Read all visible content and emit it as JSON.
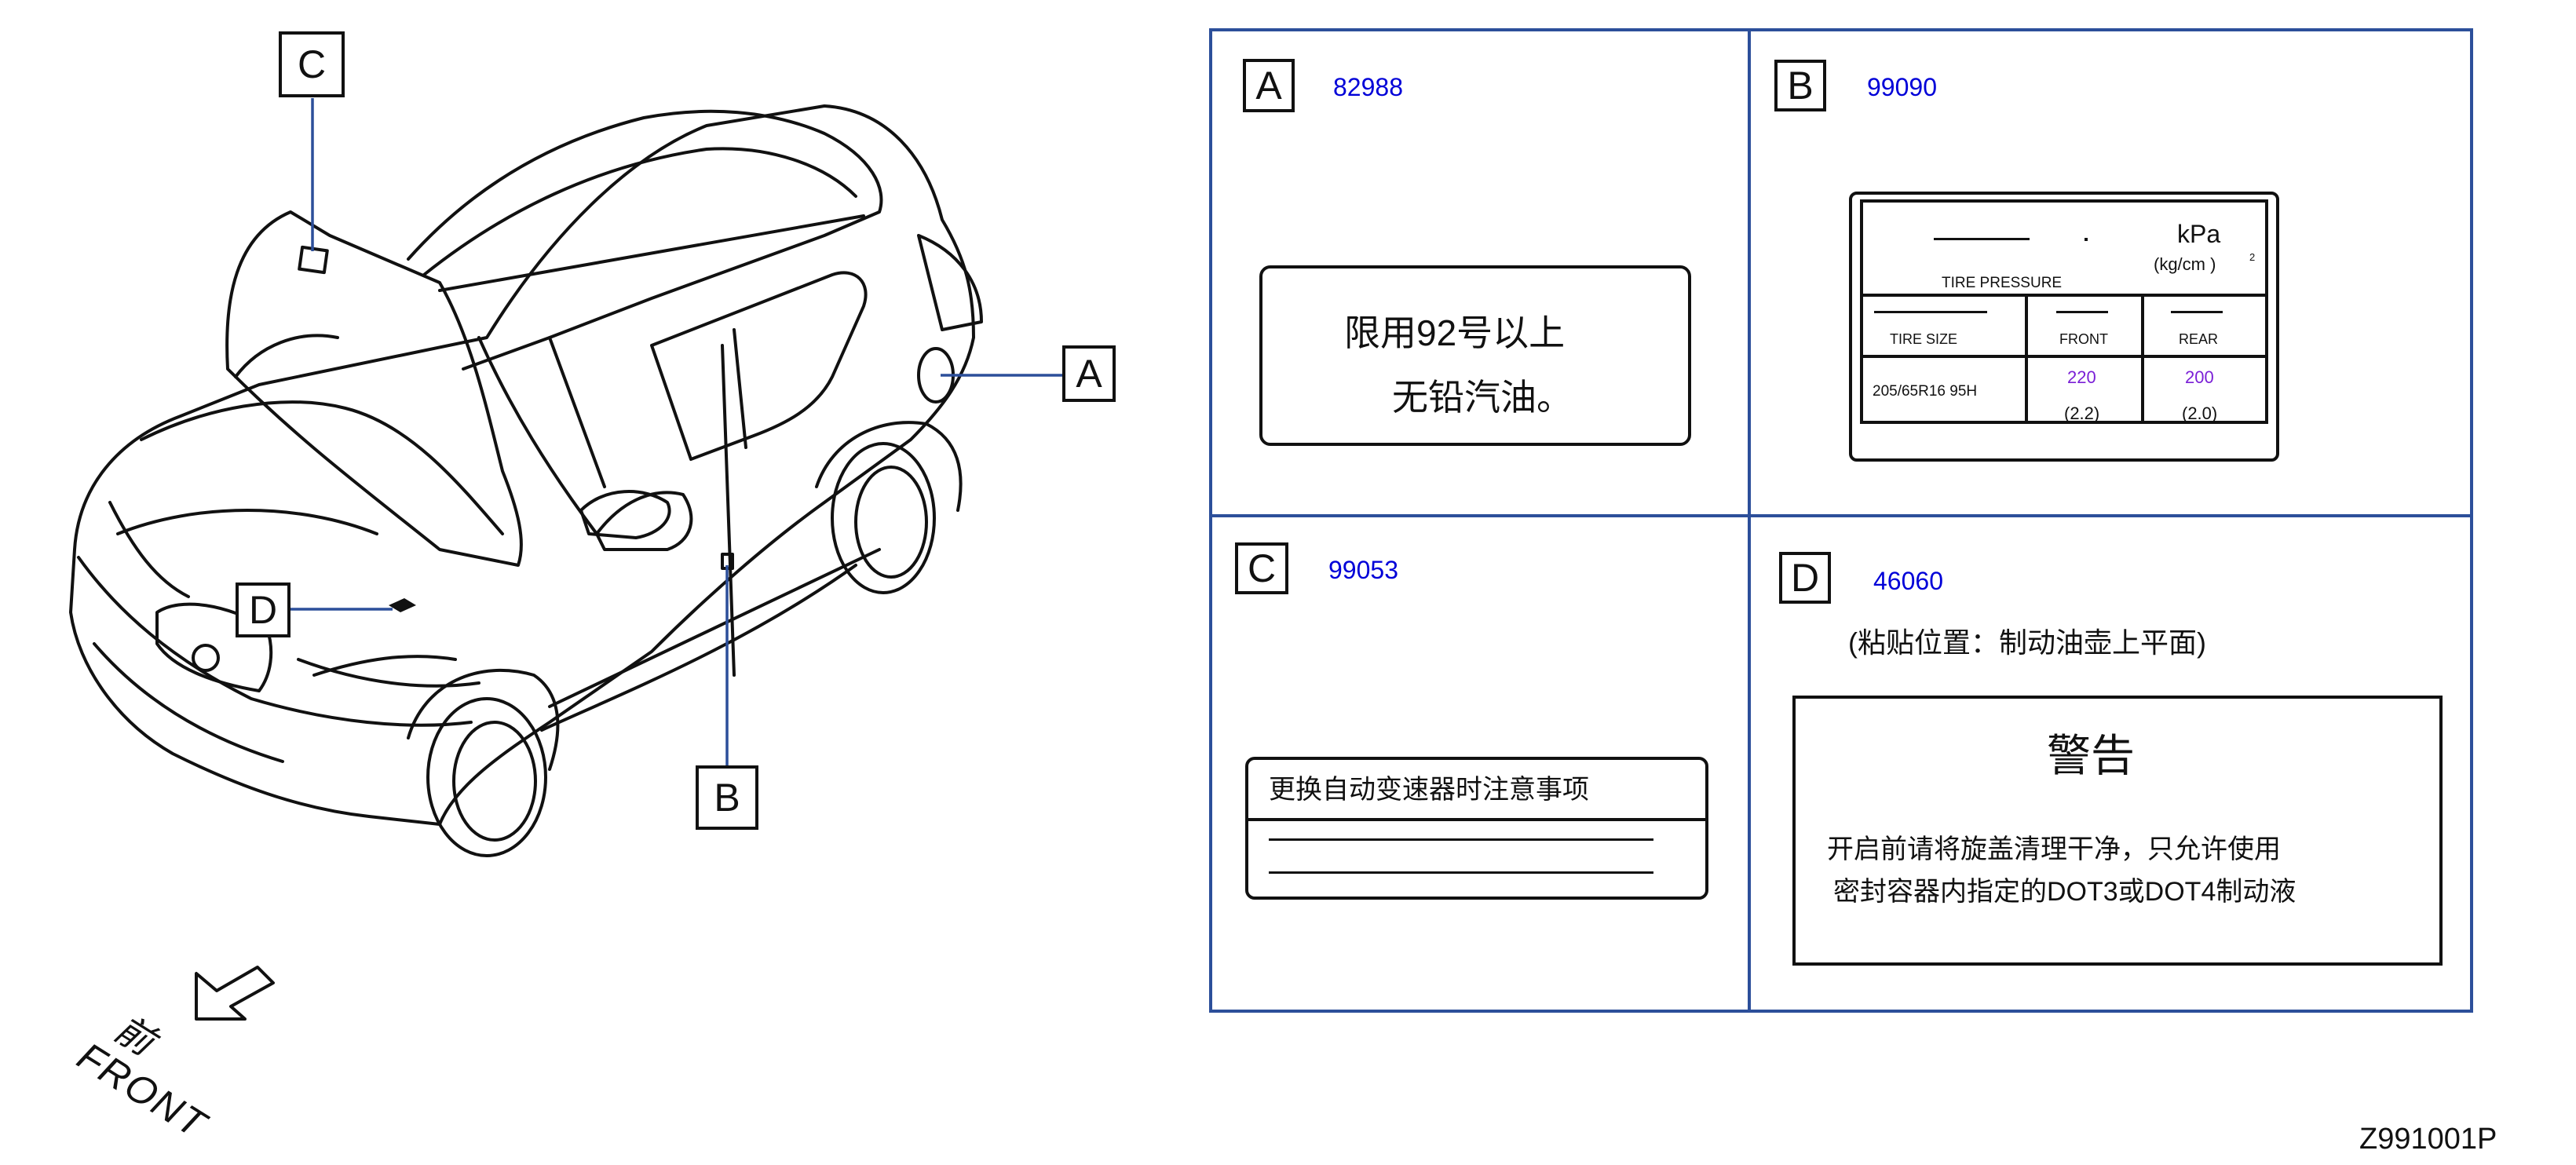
{
  "callouts": {
    "a": "A",
    "b": "B",
    "c": "C",
    "d": "D"
  },
  "front_marker": {
    "chinese": "前",
    "english": "FRONT"
  },
  "panels": {
    "a": {
      "letter": "A",
      "part_number": "82988",
      "label_line1": "限用92号以上",
      "label_line2": "无铅汽油。"
    },
    "b": {
      "letter": "B",
      "part_number": "99090",
      "kpa": "kPa",
      "kgcm": "(kg/cm    )",
      "superscript": "2",
      "tire_pressure": "TIRE    PRESSURE",
      "tire_size_header": "TIRE    SIZE",
      "front_header": "FRONT",
      "rear_header": "REAR",
      "tire_size_value": "205/65R16   95H",
      "front_kpa": "220",
      "front_kg": "(2.2)",
      "rear_kpa": "200",
      "rear_kg": "(2.0)",
      "value_color": "#7a1fd6"
    },
    "c": {
      "letter": "C",
      "part_number": "99053",
      "label_title": "更换自动变速器时注意事项"
    },
    "d": {
      "letter": "D",
      "part_number": "46060",
      "placement": "(粘贴位置：制动油壶上平面)",
      "warning_title": "警告",
      "warning_line1": "开启前请将旋盖清理干净，只允许使用",
      "warning_line2": "密封容器内指定的DOT3或DOT4制动液"
    }
  },
  "diagram_code": "Z991001P",
  "colors": {
    "leader_line": "#2c4f9a",
    "part_number": "#0000d8",
    "panel_border": "#2c4f9a"
  }
}
